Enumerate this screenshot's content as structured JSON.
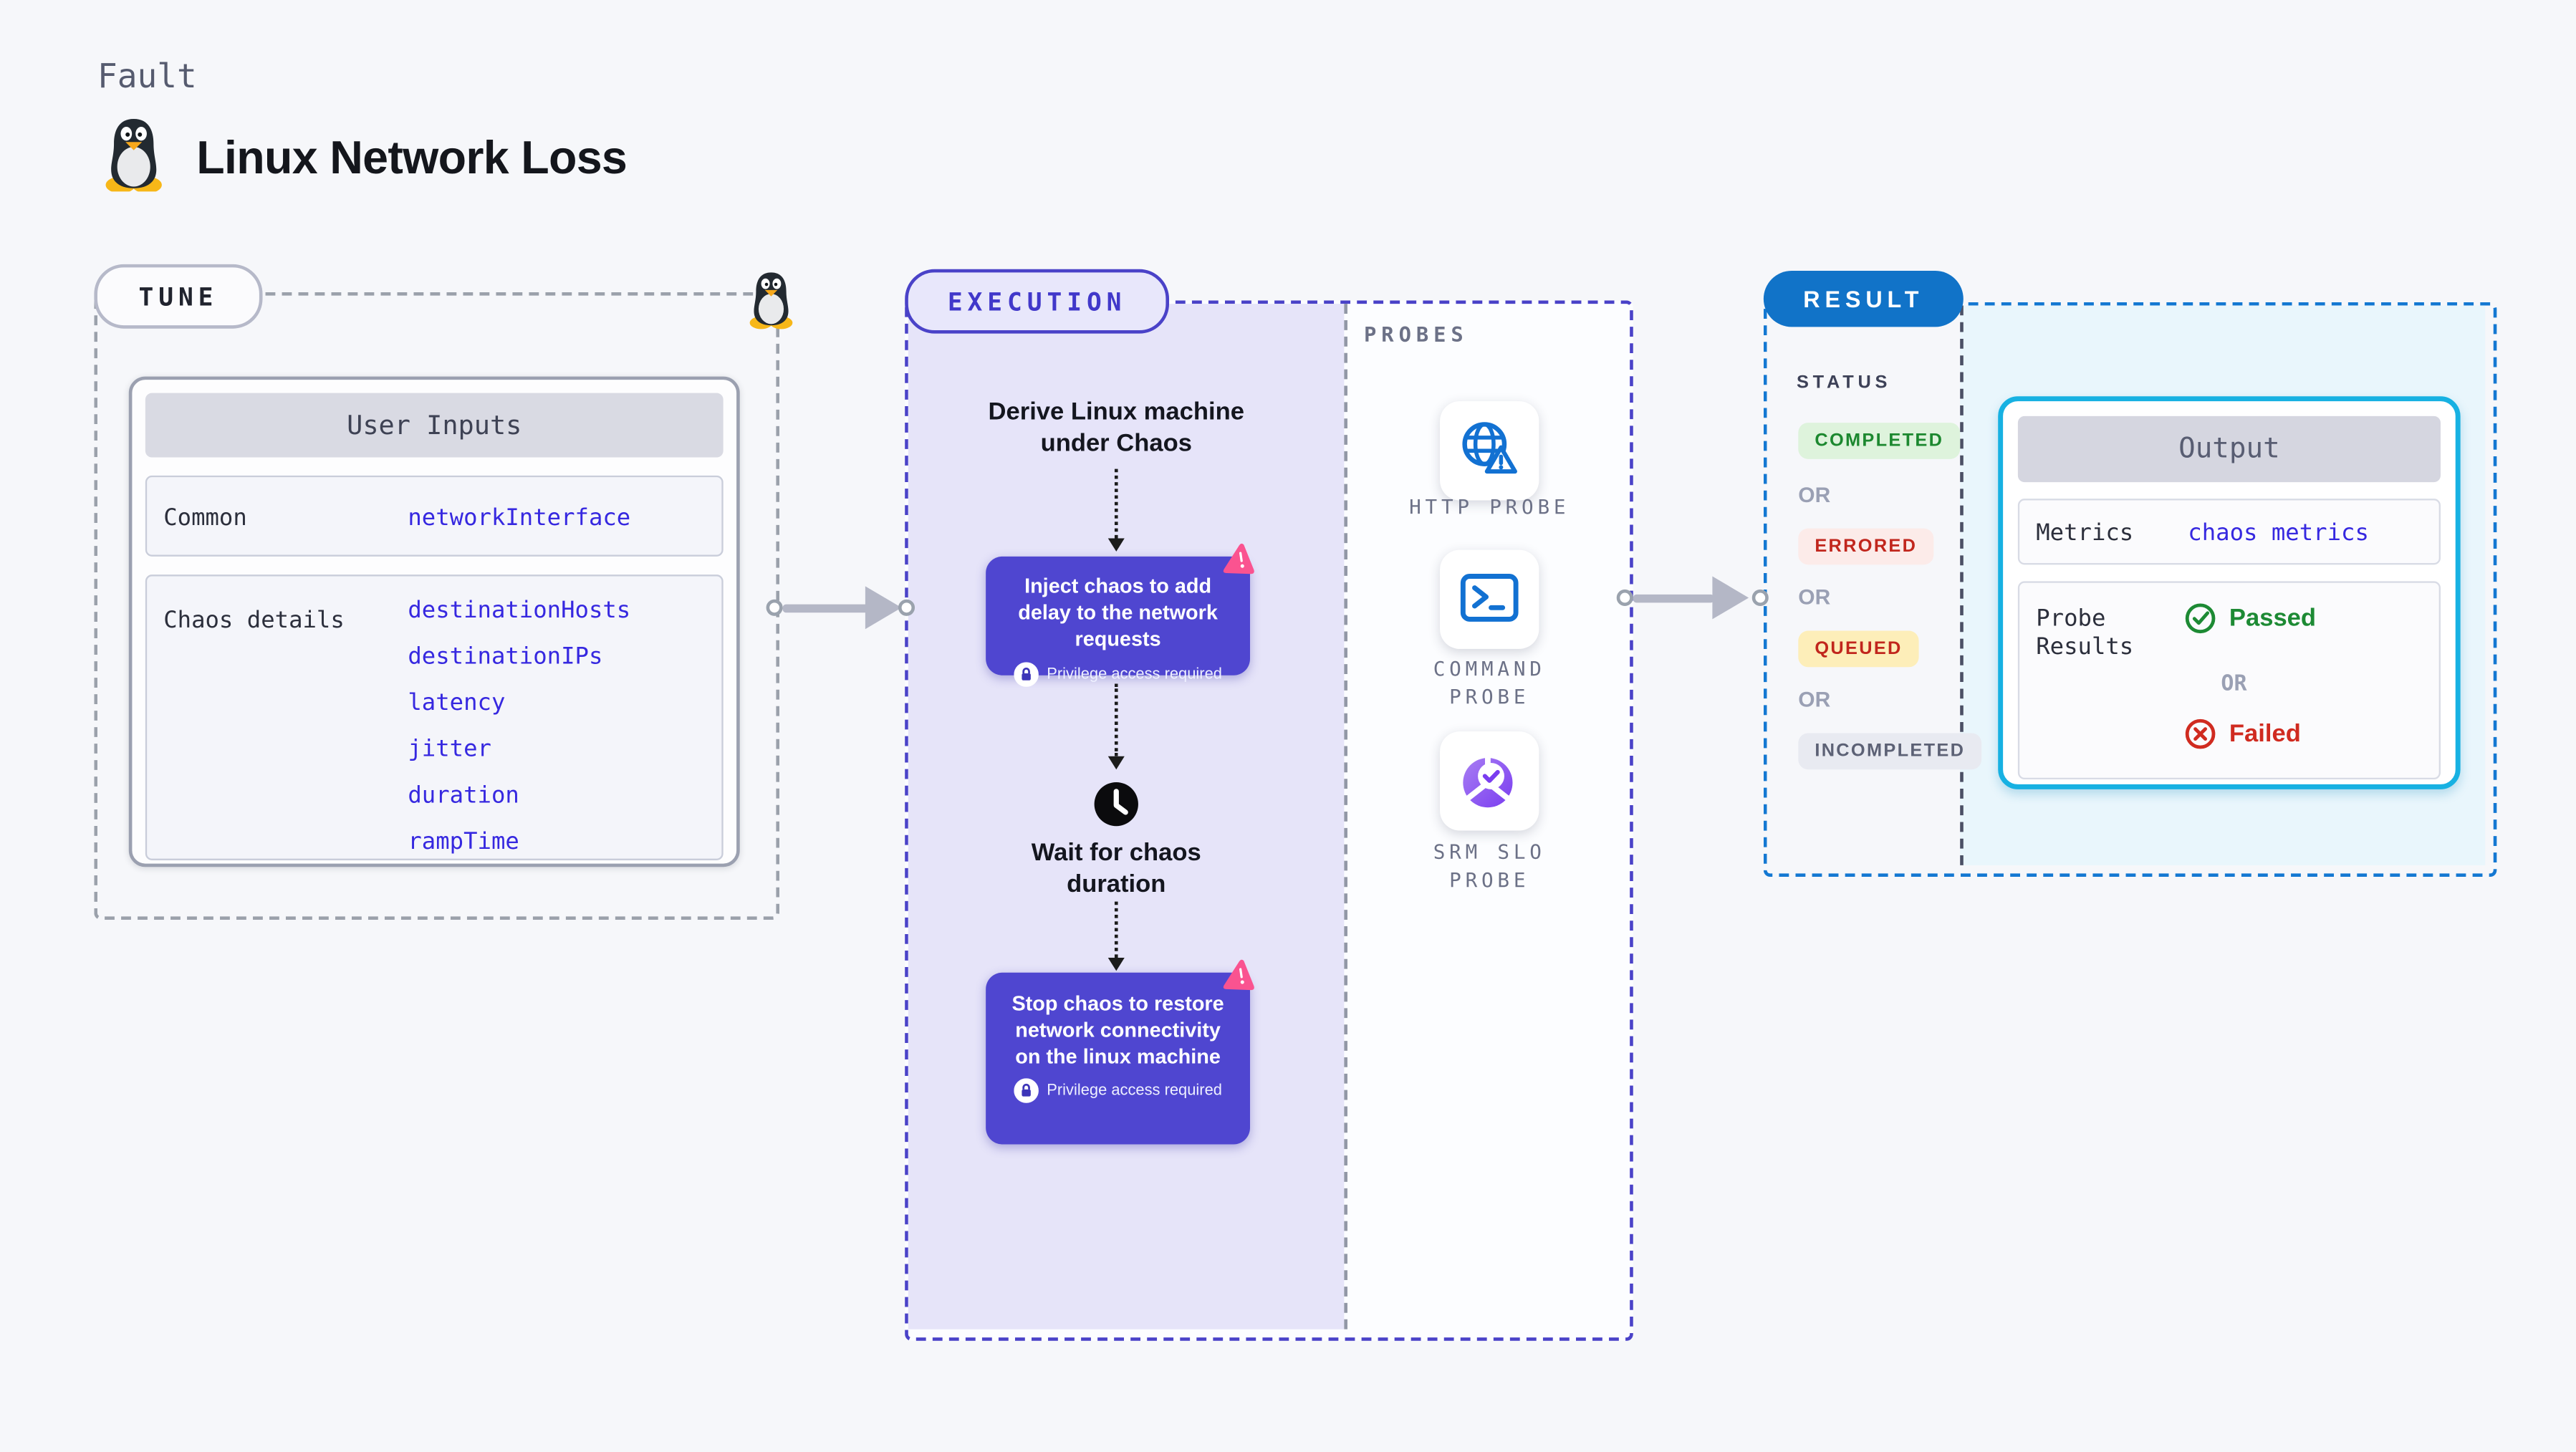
{
  "page": {
    "kicker": "Fault",
    "title": "Linux Network Loss"
  },
  "tune": {
    "badge": "TUNE",
    "table": {
      "header": "User Inputs",
      "rows": [
        {
          "label": "Common",
          "values": [
            "networkInterface"
          ]
        },
        {
          "label": "Chaos details",
          "values": [
            "destinationHosts",
            "destinationIPs",
            "latency",
            "jitter",
            "duration",
            "rampTime"
          ]
        }
      ]
    }
  },
  "execution": {
    "badge": "EXECUTION",
    "derive_label": "Derive Linux machine under Chaos",
    "inject": {
      "title": "Inject chaos to add delay to the network requests",
      "privilege": "Privilege access required"
    },
    "wait_label": "Wait for chaos duration",
    "stop": {
      "title": "Stop chaos to restore network connectivity on the linux machine",
      "privilege": "Privilege access required"
    }
  },
  "probes": {
    "label": "PROBES",
    "items": [
      {
        "name": "HTTP PROBE",
        "icon": "globe-alert-icon"
      },
      {
        "name": "COMMAND PROBE",
        "icon": "terminal-icon"
      },
      {
        "name": "SRM SLO PROBE",
        "icon": "slo-donut-check-icon"
      }
    ]
  },
  "result": {
    "badge": "RESULT",
    "status_label": "STATUS",
    "or_label": "OR",
    "statuses": [
      {
        "label": "COMPLETED"
      },
      {
        "label": "ERRORED"
      },
      {
        "label": "QUEUED"
      },
      {
        "label": "INCOMPLETED"
      }
    ],
    "output": {
      "header": "Output",
      "metrics_label": "Metrics",
      "metrics_value": "chaos metrics",
      "probe_results_label": "Probe Results",
      "passed": "Passed",
      "or": "OR",
      "failed": "Failed"
    }
  },
  "colors": {
    "indigo": "#4f46d0",
    "indigo_border": "#4a42c8",
    "lavender_bg": "#e6e4f9",
    "result_blue": "#1173c8",
    "result_dash": "#1478d2",
    "cyan_border": "#17b1e2",
    "light_cyan_bg": "#e9f6fc",
    "code_blue": "#3628e0",
    "green": "#1d8a34",
    "red": "#c1261d",
    "pink": "#fa5390"
  }
}
